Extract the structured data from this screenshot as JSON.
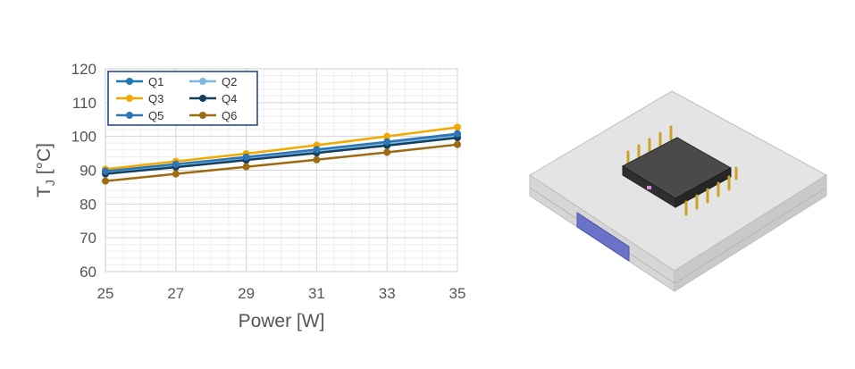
{
  "chart_data": {
    "type": "line",
    "x": [
      25,
      27,
      29,
      31,
      33,
      35
    ],
    "xticks": [
      "25",
      "27",
      "29",
      "31",
      "33",
      "35"
    ],
    "yticks": [
      "60",
      "70",
      "80",
      "90",
      "100",
      "110",
      "120"
    ],
    "xlabel": "Power [W]",
    "ylabel_main": "T",
    "ylabel_sub": "J",
    "ylabel_unit": " [°C]",
    "xlim": [
      25,
      35
    ],
    "ylim": [
      60,
      120
    ],
    "grid": true,
    "legend_position": "top-left",
    "series": [
      {
        "name": "Q1",
        "color": "#1f77b4",
        "values": [
          89.5,
          91.5,
          93.6,
          95.7,
          98.0,
          100.2
        ]
      },
      {
        "name": "Q2",
        "color": "#7fb8e0",
        "values": [
          89.3,
          91.3,
          93.4,
          95.5,
          97.8,
          100.0
        ]
      },
      {
        "name": "Q3",
        "color": "#f2a900",
        "values": [
          90.3,
          92.6,
          94.9,
          97.4,
          100.0,
          102.7
        ]
      },
      {
        "name": "Q4",
        "color": "#14405f",
        "values": [
          88.9,
          90.9,
          93.0,
          95.1,
          97.3,
          99.6
        ]
      },
      {
        "name": "Q5",
        "color": "#2e75b6",
        "values": [
          89.7,
          91.8,
          93.9,
          96.1,
          98.4,
          100.8
        ]
      },
      {
        "name": "Q6",
        "color": "#9c6b12",
        "values": [
          86.8,
          88.9,
          91.0,
          93.1,
          95.3,
          97.6
        ]
      }
    ]
  },
  "figure": {
    "icon": "power-module-3d-icon",
    "colors": {
      "board_top": "#e4e4e4",
      "board_front": "#d6d6d6",
      "board_side": "#c4c4c4",
      "thermal_pad": "#6a73c8",
      "package": "#3a3a3a",
      "pins": "#c9a227"
    }
  }
}
